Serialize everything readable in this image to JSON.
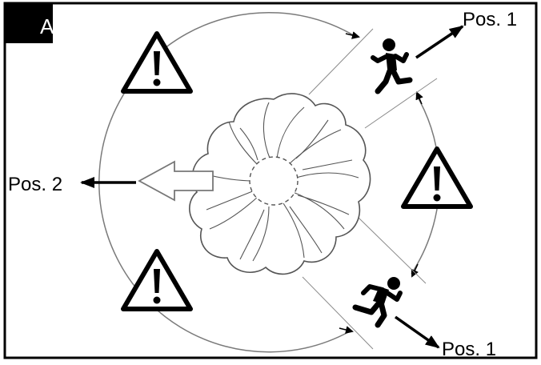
{
  "figure": {
    "corner_label": "A",
    "labels": {
      "pos1_top": "Pos. 1",
      "pos1_bottom": "Pos. 1",
      "pos2": "Pos. 2"
    },
    "icons": {
      "warning": "warning-triangle-icon",
      "runner": "running-person-icon",
      "fan": "fan-blades-icon",
      "direction_arrow": "hollow-arrow-icon"
    },
    "colors": {
      "ink": "#000000",
      "paper": "#ffffff",
      "thin_line": "#7a7a7a"
    }
  }
}
